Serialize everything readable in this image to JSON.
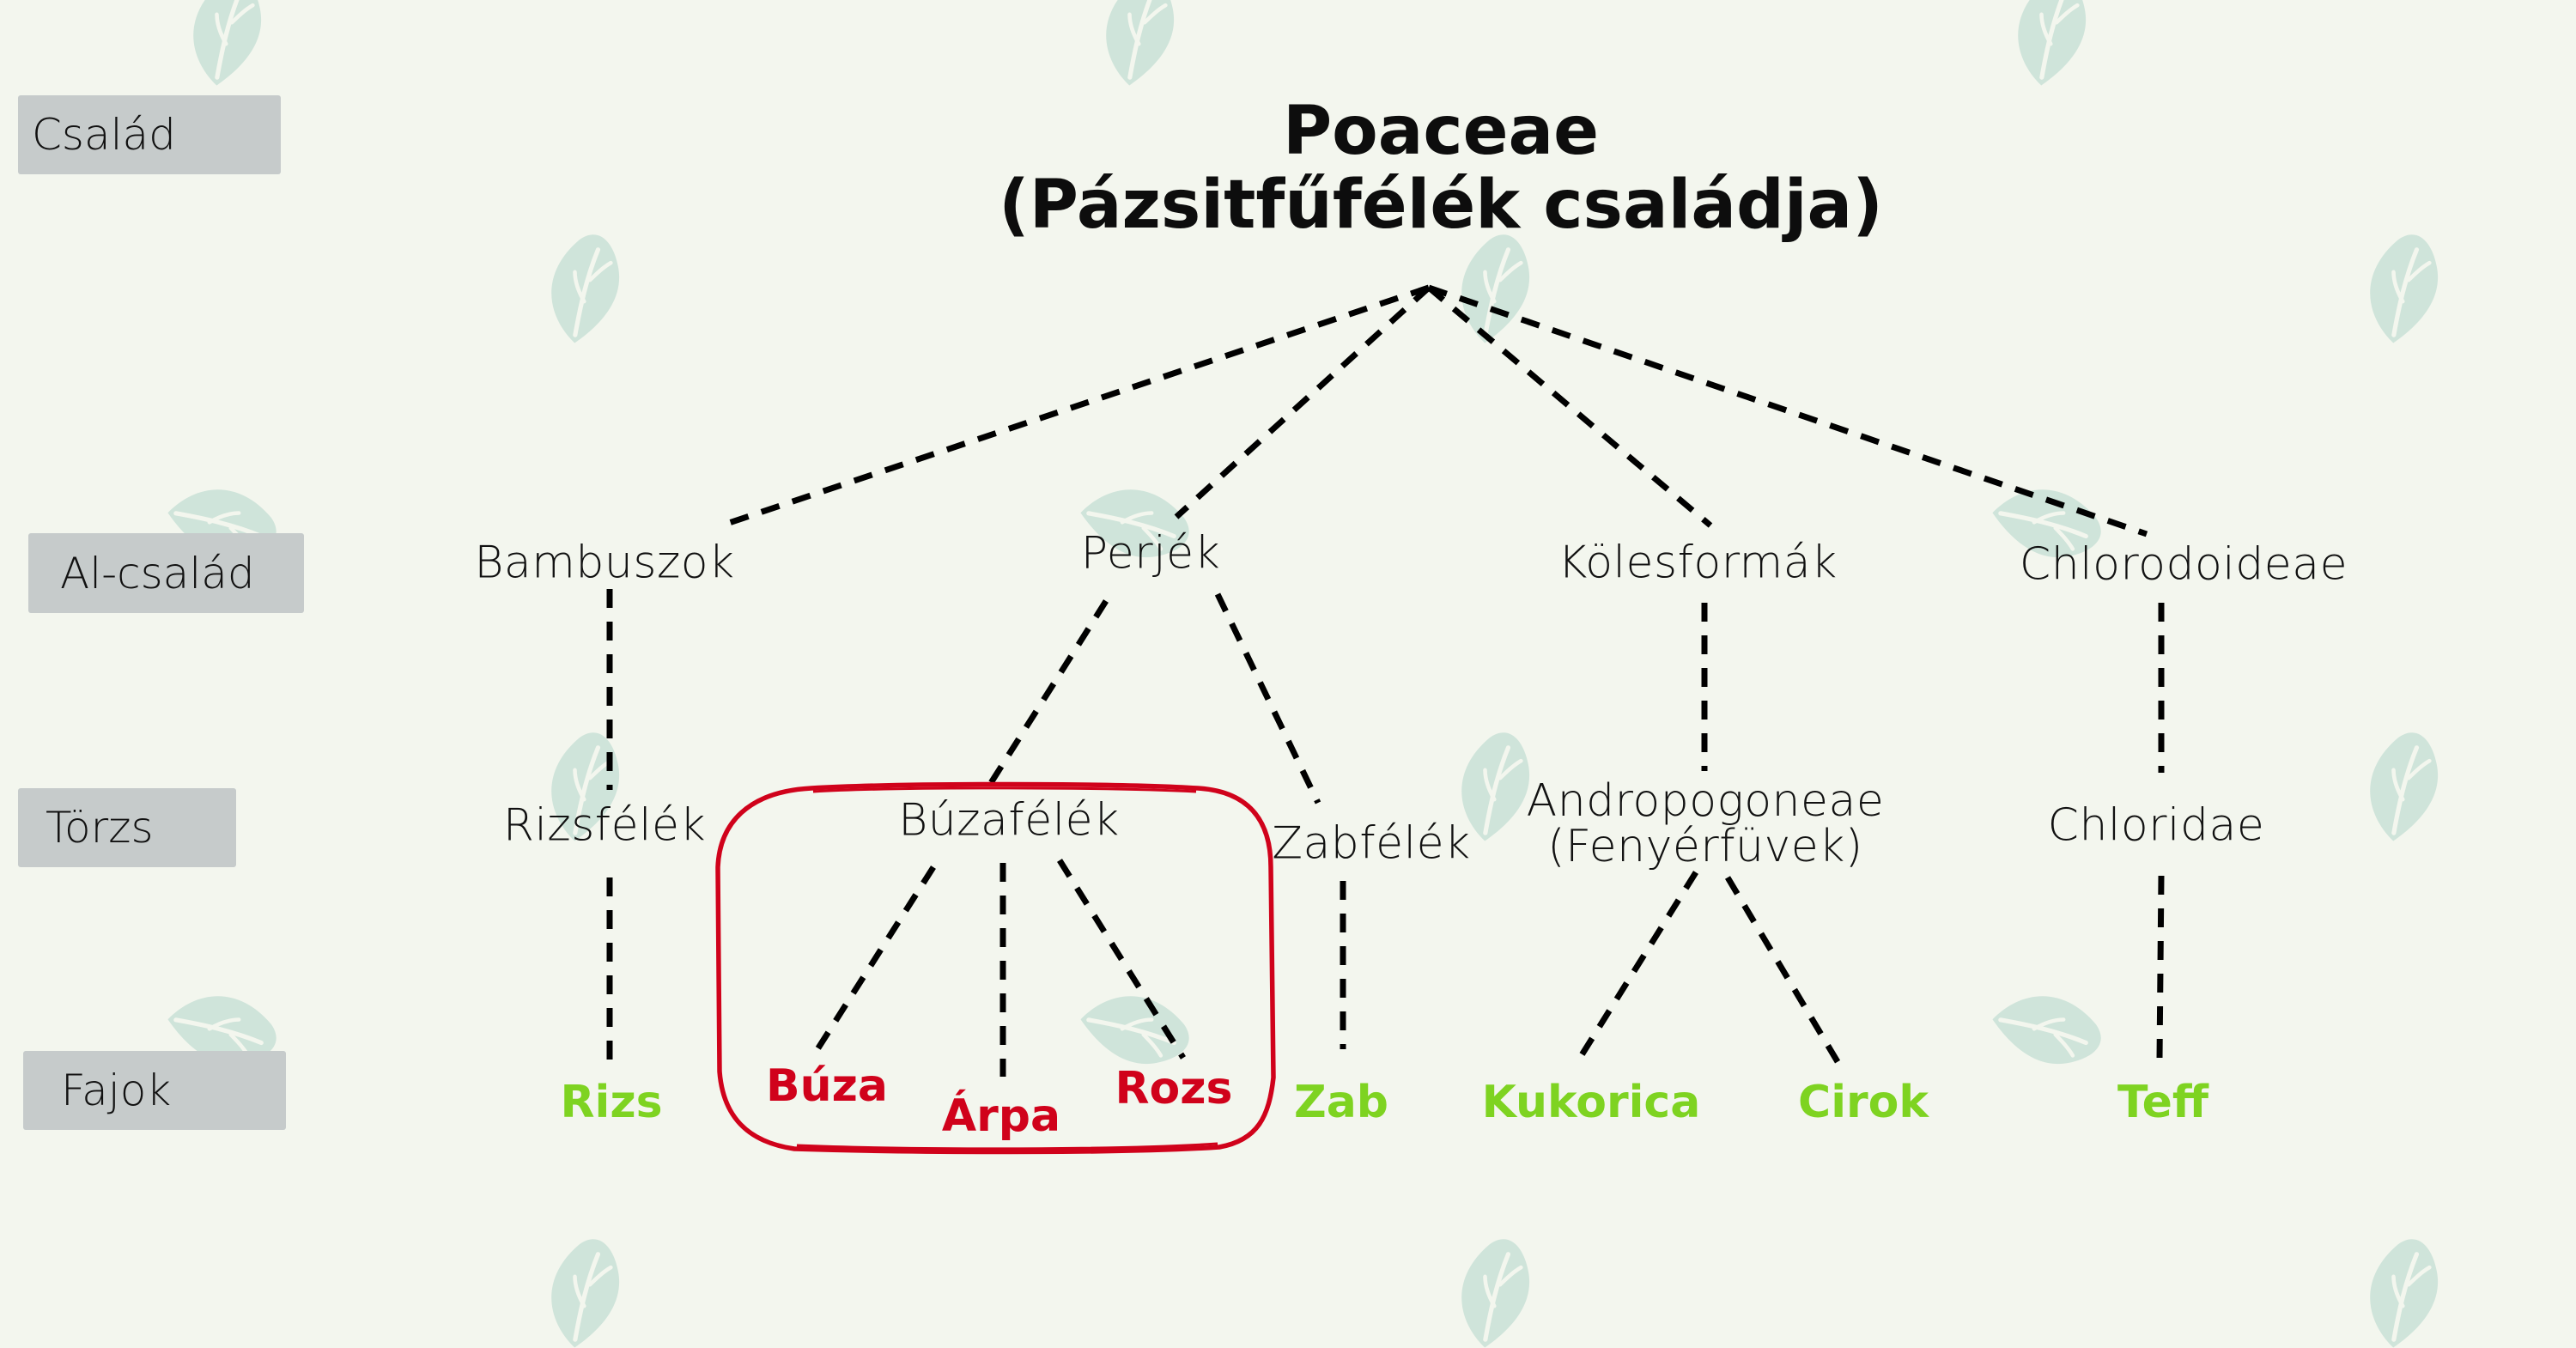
{
  "title": {
    "line1": "Poaceae",
    "line2": "(Pázsitfűfélék családja)"
  },
  "rank_labels": {
    "family": "Család",
    "subfamily": "Al-család",
    "tribe": "Törzs",
    "species": "Fajok"
  },
  "subfamilies": [
    {
      "name": "Bambuszok"
    },
    {
      "name": "Perjék"
    },
    {
      "name": "Kölesformák"
    },
    {
      "name": "Chlorodoideae"
    }
  ],
  "tribes": [
    {
      "name": "Rizsfélék",
      "parent": "Bambuszok"
    },
    {
      "name": "Búzafélék",
      "parent": "Perjék",
      "highlighted": true
    },
    {
      "name": "Zabfélék",
      "parent": "Perjék"
    },
    {
      "name_line1": "Andropogoneae",
      "name_line2": "(Fenyérfüvek)",
      "parent": "Kölesformák"
    },
    {
      "name": "Chloridae",
      "parent": "Chlorodoideae"
    }
  ],
  "species": [
    {
      "name": "Rizs",
      "parent": "Rizsfélék",
      "color": "green"
    },
    {
      "name": "Búza",
      "parent": "Búzafélék",
      "color": "red"
    },
    {
      "name": "Árpa",
      "parent": "Búzafélék",
      "color": "red"
    },
    {
      "name": "Rozs",
      "parent": "Búzafélék",
      "color": "red"
    },
    {
      "name": "Zab",
      "parent": "Zabfélék",
      "color": "green"
    },
    {
      "name": "Kukorica",
      "parent": "Andropogoneae",
      "color": "green"
    },
    {
      "name": "Cirok",
      "parent": "Andropogoneae",
      "color": "green"
    },
    {
      "name": "Teff",
      "parent": "Chloridae",
      "color": "green"
    }
  ],
  "colors": {
    "background": "#f3f6ee",
    "label_box": "#c6cbcb",
    "species_green": "#7ed321",
    "species_red": "#d0021b",
    "highlight_box": "#d0021b",
    "leaf_watermark": "#cfe4da",
    "connector": "#000000"
  },
  "icons": {
    "watermark": "leaf-icon"
  }
}
